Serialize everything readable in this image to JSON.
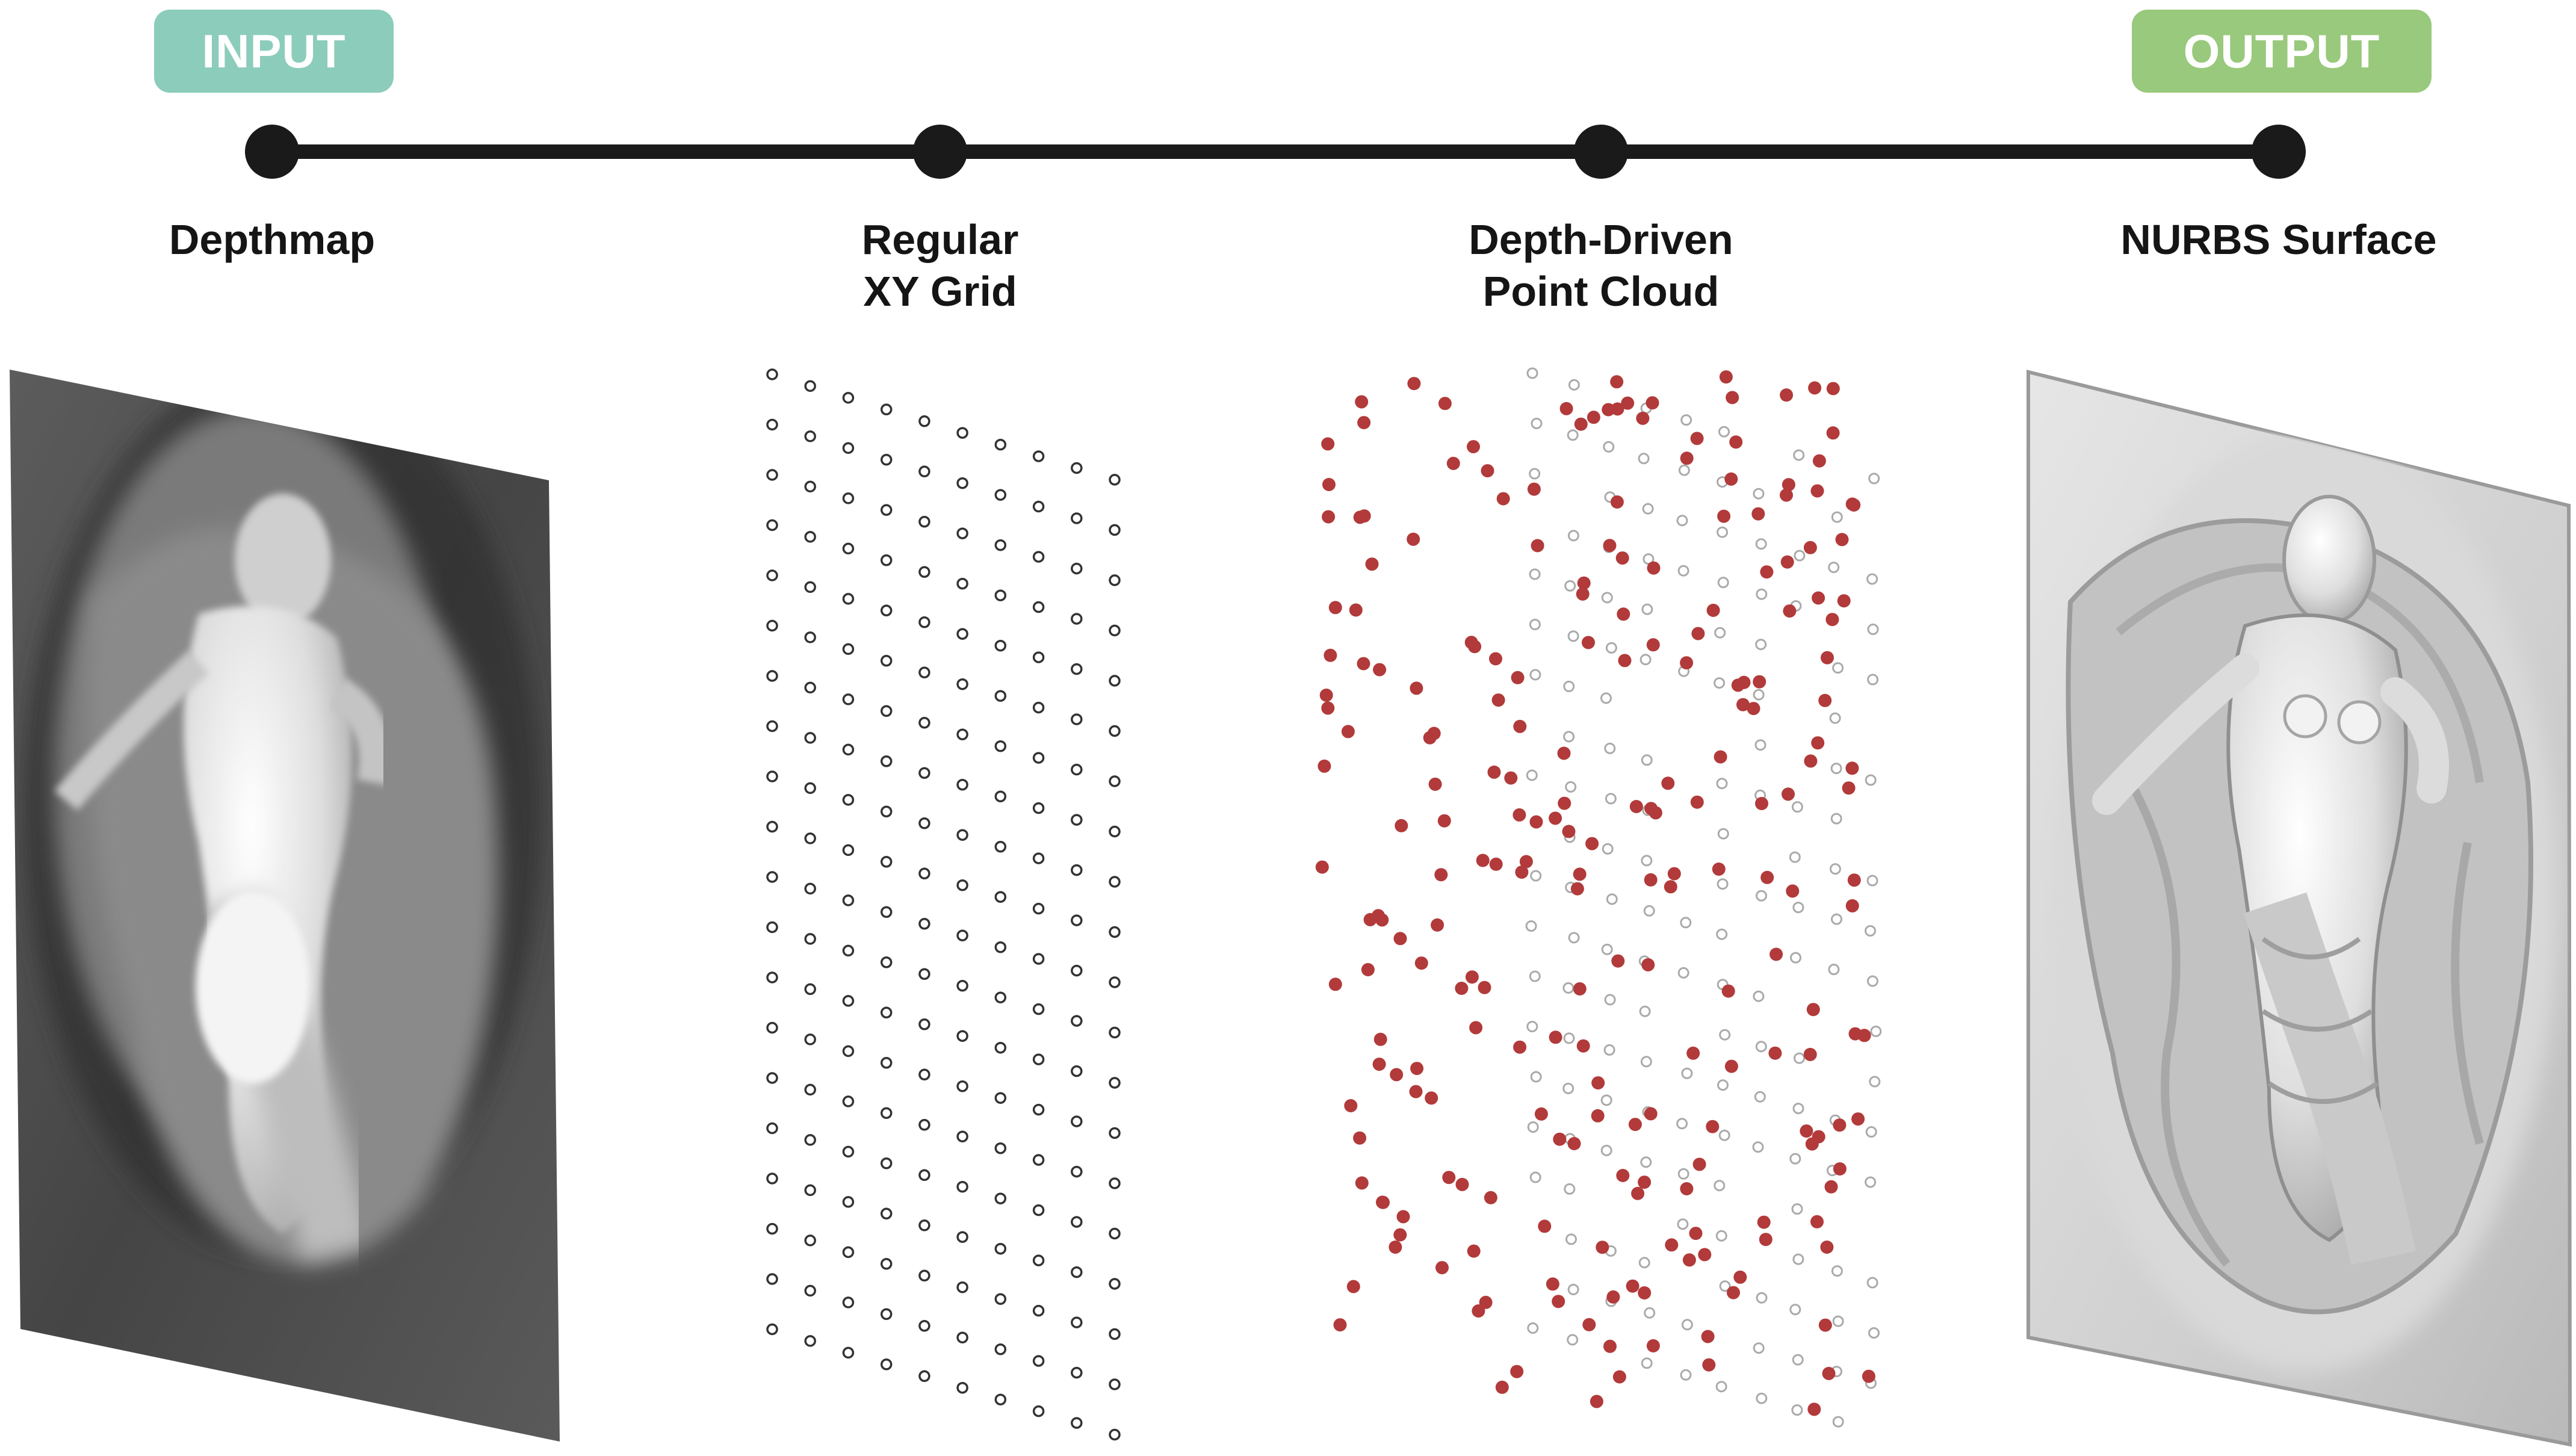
{
  "badges": {
    "input": {
      "label": "INPUT",
      "color": "#8cccbb"
    },
    "output": {
      "label": "OUTPUT",
      "color": "#99c97c"
    }
  },
  "stages": [
    {
      "label": "Depthmap"
    },
    {
      "label": "Regular\nXY Grid"
    },
    {
      "label": "Depth-Driven\nPoint Cloud"
    },
    {
      "label": "NURBS Surface"
    }
  ],
  "colors": {
    "timeline": "#1a1a1a",
    "grid_point": "#333333",
    "cloud_point_light": "#aaaaaa",
    "cloud_point_red": "#b23a3a"
  },
  "icons": {
    "depthmap": "depthmap-image",
    "nurbs": "nurbs-relief-image"
  }
}
